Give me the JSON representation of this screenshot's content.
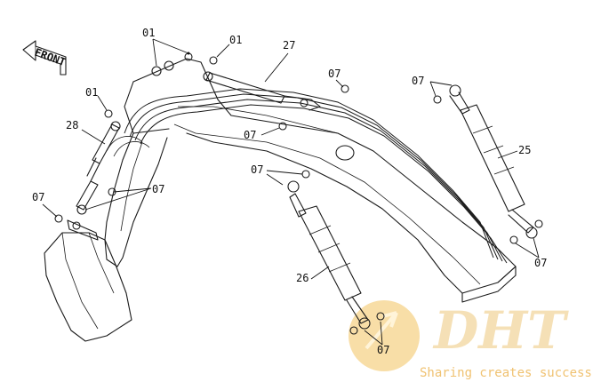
{
  "direction_label": "FRONT",
  "parts": {
    "seal_01": "01",
    "seal_07": "07",
    "hose_27": "27",
    "arm_cylinder_28": "28",
    "boom_cylinder_25": "25",
    "boom_cylinder_26": "26"
  },
  "watermark": {
    "logo_text": "DHT",
    "tagline": "Sharing creates success",
    "logo_color": "#f3d9a5",
    "tagline_color": "#f0c271",
    "badge_color": "#f6d389"
  }
}
